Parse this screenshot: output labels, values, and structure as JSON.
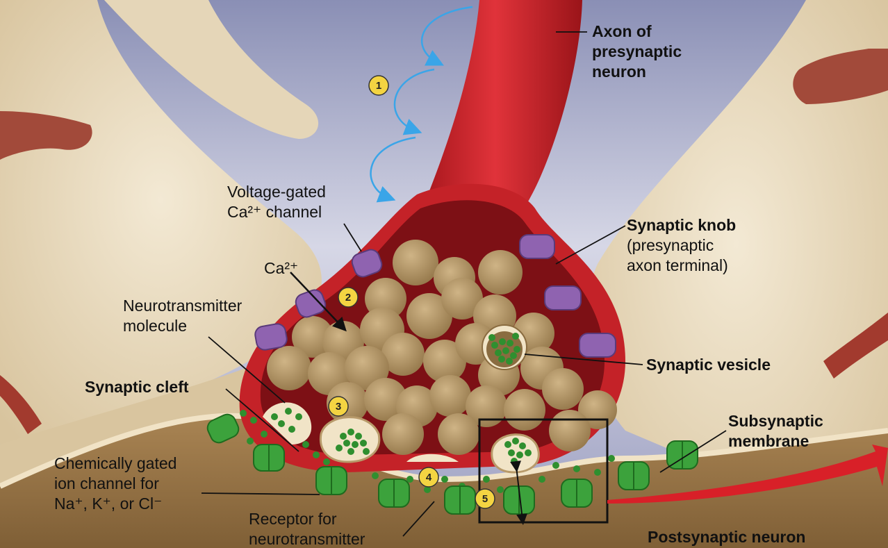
{
  "colors": {
    "background_top": "#7a7fa6",
    "background_mid": "#c9cbdc",
    "cell_body": "#e9dcc2",
    "cell_shadow": "#cbb893",
    "axon_red": "#c8232a",
    "axon_dark": "#8e1116",
    "axon_inner": "#7d1015",
    "vesicle": "#a88a5c",
    "postsynaptic": "#9c7a4a",
    "channel_purple": "#8f63b0",
    "receptor_green": "#3ca23c",
    "neurotransmitter_green": "#2f8f2f",
    "arrow_blue": "#3aa5e8",
    "step_badge": "#f4d442"
  },
  "labels": {
    "axon": [
      "Axon of",
      "presynaptic",
      "neuron"
    ],
    "voltage_gated": [
      "Voltage-gated",
      "Ca²⁺ channel"
    ],
    "calcium": "Ca²⁺",
    "neurotransmitter_molecule": [
      "Neurotransmitter",
      "molecule"
    ],
    "synaptic_knob": [
      "Synaptic knob",
      "(presynaptic",
      "axon terminal)"
    ],
    "synaptic_vesicle": "Synaptic vesicle",
    "synaptic_cleft": "Synaptic cleft",
    "subsynaptic_membrane": [
      "Subsynaptic",
      "membrane"
    ],
    "chemically_gated": [
      "Chemically gated",
      "ion channel for",
      "Na⁺, K⁺, or Cl⁻"
    ],
    "receptor": [
      "Receptor for",
      "neurotransmitter"
    ],
    "postsynaptic_neuron": "Postsynaptic neuron"
  },
  "steps": [
    "1",
    "2",
    "3",
    "4",
    "5"
  ]
}
